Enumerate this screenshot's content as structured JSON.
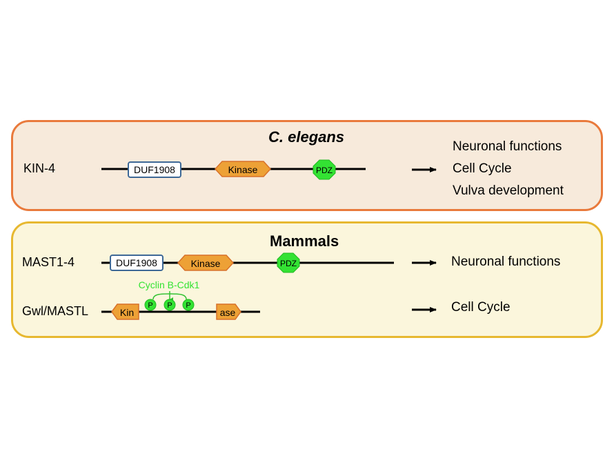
{
  "celegans": {
    "title": "C. elegans",
    "gene": "KIN-4",
    "domains": {
      "duf": "DUF1908",
      "kinase": "Kinase",
      "pdz": "PDZ"
    },
    "functions": [
      "Neuronal functions",
      "Cell Cycle",
      "Vulva development"
    ]
  },
  "mammals": {
    "title": "Mammals",
    "mast": {
      "gene": "MAST1-4",
      "domains": {
        "duf": "DUF1908",
        "kinase": "Kinase",
        "pdz": "PDZ"
      },
      "function": "Neuronal functions"
    },
    "gwl": {
      "gene": "Gwl/MASTL",
      "kinase_left": "Kin",
      "kinase_right": "ase",
      "regulator": "Cyclin B-Cdk1",
      "phospho": [
        "P",
        "P",
        "P"
      ],
      "function": "Cell Cycle"
    }
  },
  "colors": {
    "celegans_border": "#e97a3c",
    "celegans_fill": "#f7eadb",
    "mammals_border": "#e7b830",
    "mammals_fill": "#fbf6dc",
    "kinase_fill": "#eda136",
    "kinase_stroke": "#d8712a",
    "pdz_fill": "#33e233",
    "duf_stroke": "#3d6896",
    "cdk_text": "#33e233"
  }
}
